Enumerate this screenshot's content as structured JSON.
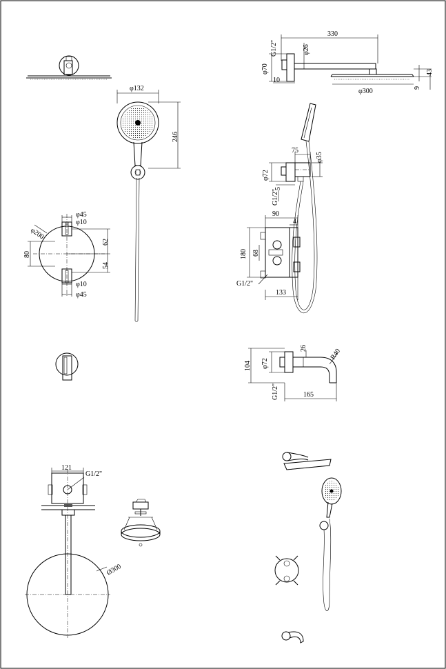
{
  "dimensions": {
    "arm_length": "330",
    "arm_thread": "G1/2\"",
    "arm_pipe_dia": "φ26",
    "arm_flange_dia": "φ70",
    "arm_flange_depth": "10",
    "head_dia": "φ300",
    "head_height": "43",
    "head_thickness": "9",
    "hand_dia": "φ132",
    "hand_length": "246",
    "elbow_width": "75",
    "elbow_dia": "φ35",
    "elbow_flange": "φ72",
    "elbow_gap": "5",
    "elbow_thread": "G1/2\"",
    "valve_plate": "φ200",
    "valve_top_dia": "φ45",
    "valve_top_stem": "φ10",
    "valve_upper": "62",
    "valve_height": "80",
    "valve_lower": "54",
    "valve_bot_stem": "φ10",
    "valve_bot_dia": "φ45",
    "box_width": "90",
    "box_depth": "4",
    "box_height": "180",
    "box_inner": "68",
    "box_thread": "G1/2\"",
    "box_depth_total": "133",
    "spout_pipe": "26",
    "spout_radius": "R40",
    "spout_height": "104",
    "spout_flange": "φ72",
    "spout_thread": "G1/2\"",
    "spout_length": "165",
    "ceil_width": "121",
    "ceil_thread": "G1/2\"",
    "ceil_head": "Ø300"
  }
}
